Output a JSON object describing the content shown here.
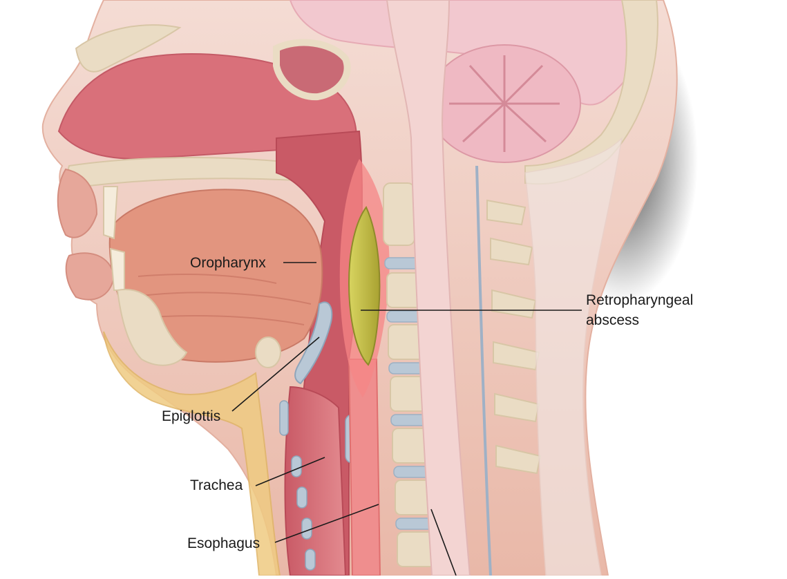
{
  "labels": {
    "oropharynx": "Oropharynx",
    "epiglottis": "Epiglottis",
    "trachea": "Trachea",
    "esophagus": "Esophagus",
    "abscess_line1": "Retropharyngeal",
    "abscess_line2": "abscess"
  },
  "colors": {
    "skin": "#f2d3c8",
    "skin_edge": "#e3b0a0",
    "bone": "#eadcc4",
    "bone_dark": "#d8c6a6",
    "muscle": "#e8a090",
    "muscle_light": "#f1b9a8",
    "cavity": "#d9707a",
    "cavity_deep": "#b84a57",
    "tongue": "#e2957f",
    "fat": "#efcb82",
    "cartilage": "#b9c8d6",
    "brain": "#f2c8cf",
    "spinal_cord": "#f3d4d2",
    "abscess": "#c5bf48",
    "abscess_rim": "#ef6a6a",
    "shadow": "#2a2a2a",
    "leader": "#1a1a1a"
  }
}
